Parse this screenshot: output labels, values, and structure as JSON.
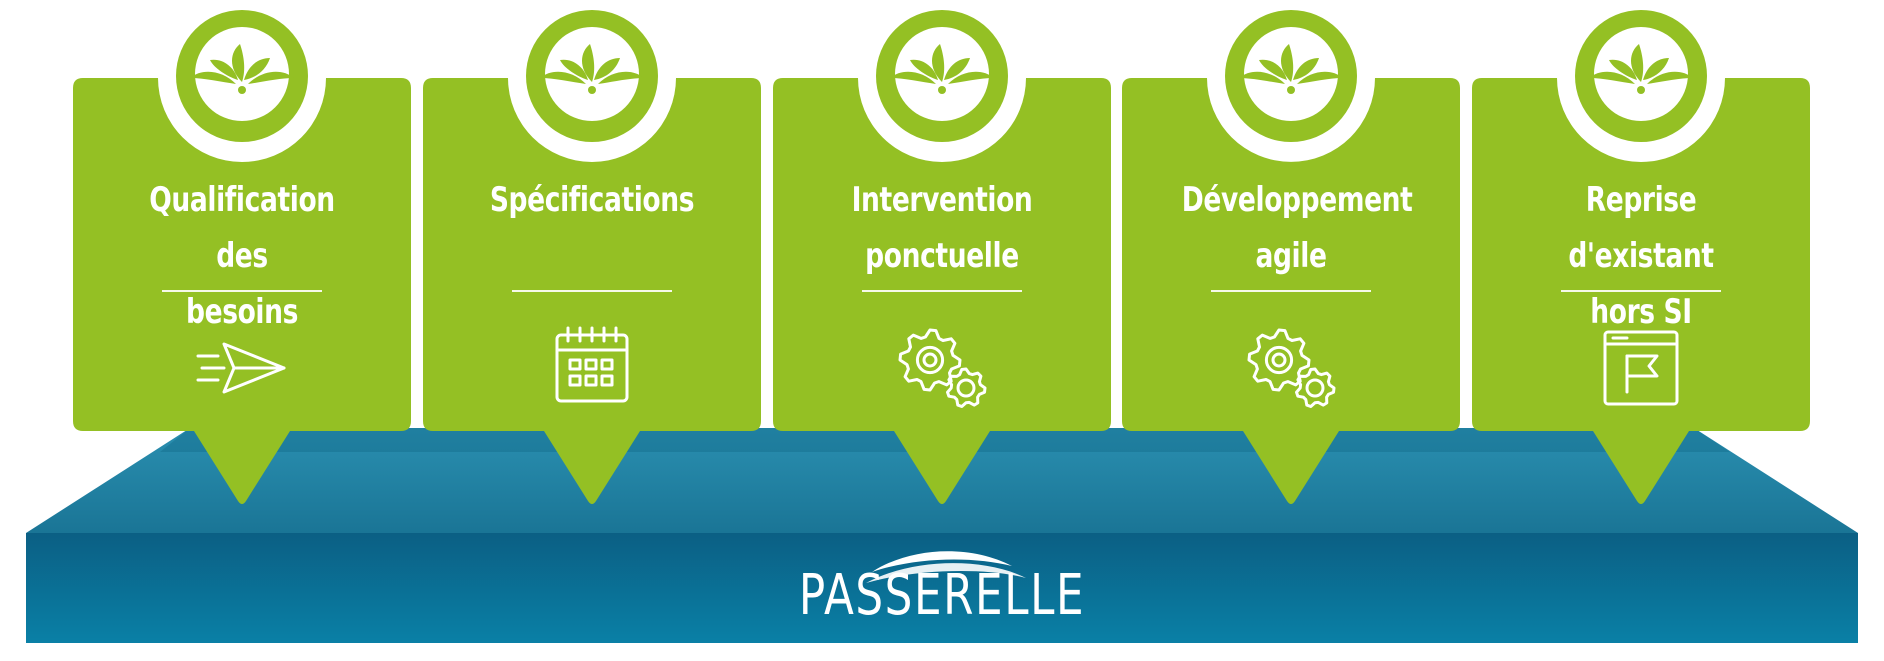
{
  "colors": {
    "card_green": "#94c024",
    "platform_top": "#1d7fa0",
    "platform_front": "#0a6f96",
    "text": "#ffffff"
  },
  "brand": {
    "name": "PASSERELLE",
    "logo_icon": "arch-swoosh-icon"
  },
  "steps": [
    {
      "title_lines": [
        "Qualification des",
        "besoins"
      ],
      "badge_icon": "sprout-leaves-icon",
      "icon": "paper-plane-icon"
    },
    {
      "title_lines": [
        "Spécifications"
      ],
      "badge_icon": "sprout-leaves-icon",
      "icon": "calendar-icon"
    },
    {
      "title_lines": [
        "Intervention",
        "ponctuelle"
      ],
      "badge_icon": "sprout-leaves-icon",
      "icon": "gears-icon"
    },
    {
      "title_lines": [
        "Développement",
        "agile"
      ],
      "badge_icon": "sprout-leaves-icon",
      "icon": "gears-icon"
    },
    {
      "title_lines": [
        "Reprise d'existant",
        "hors SI"
      ],
      "badge_icon": "sprout-leaves-icon",
      "icon": "browser-flag-icon"
    }
  ]
}
